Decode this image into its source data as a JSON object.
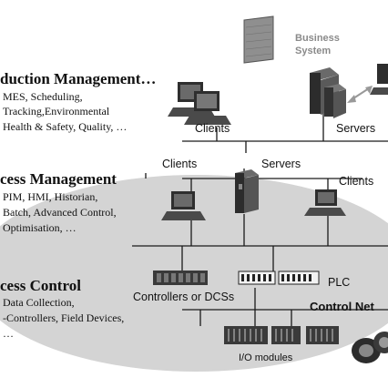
{
  "layers": {
    "production": {
      "heading": "duction  Management…",
      "items": [
        "MES, Scheduling,",
        "Tracking,Environmental",
        "Health & Safety, Quality, …"
      ]
    },
    "process_mgmt": {
      "heading": "cess Management",
      "items": [
        "PIM, HMI, Historian,",
        "Batch, Advanced Control,",
        "Optimisation, …"
      ]
    },
    "process_control": {
      "heading": "cess Control",
      "items": [
        "Data Collection,",
        "-Controllers, Field Devices,",
        "…"
      ]
    }
  },
  "labels": {
    "business_system_1": "Business",
    "business_system_2": "System",
    "clients_top": "Clients",
    "servers_top": "Servers",
    "clients_mid_left": "Clients",
    "servers_mid": "Servers",
    "clients_mid_right": "Clients",
    "plc": "PLC",
    "controllers": "Controllers or DCSs",
    "control_net": "Control Net",
    "io_modules": "I/O modules"
  },
  "colors": {
    "ellipse_fill": "#d4d4d4",
    "line": "#1a1a1a",
    "device_dark": "#3a3a3a"
  }
}
